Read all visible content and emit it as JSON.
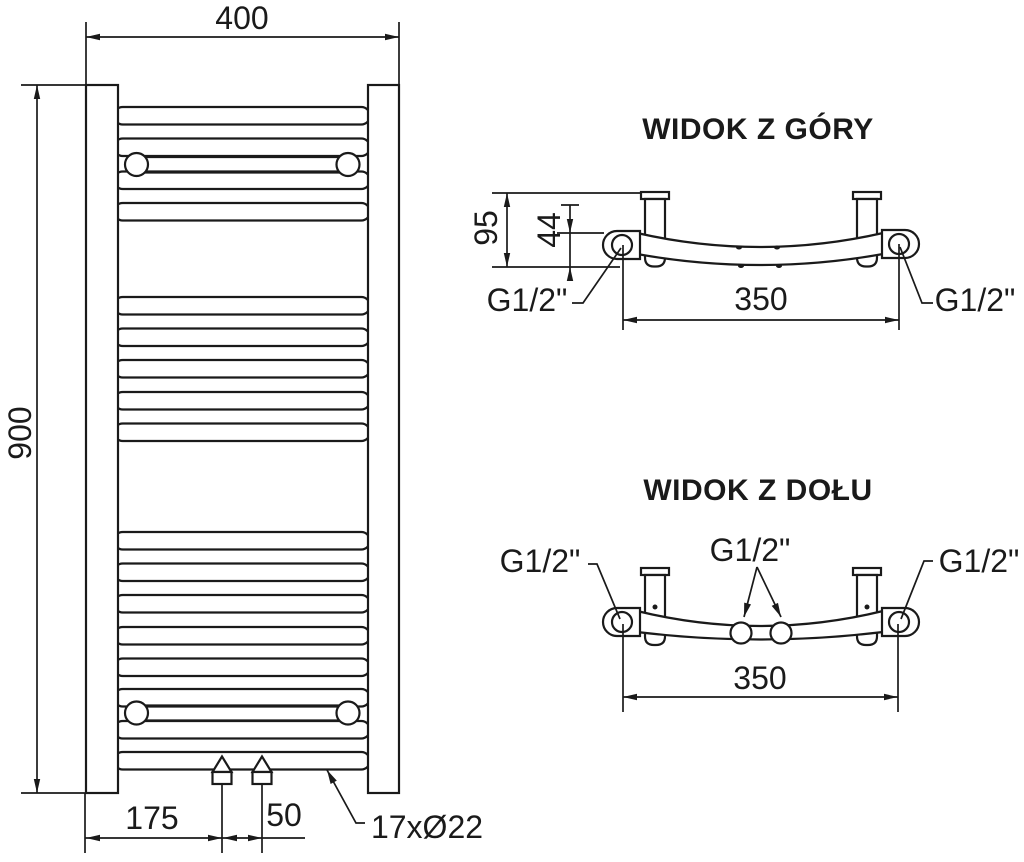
{
  "page": {
    "background": "#ffffff",
    "line_color": "#1a1a1a"
  },
  "front_view": {
    "width_mm": "400",
    "height_mm": "900",
    "inlet_offset_mm": "175",
    "inlet_spacing_mm": "50",
    "tubes_note": "17xØ22"
  },
  "top_view": {
    "title": "WIDOK Z GÓRY",
    "depth_mm": "95",
    "bow_depth_mm": "44",
    "connection_span_mm": "350",
    "thread_left": "G1/2\"",
    "thread_right": "G1/2\""
  },
  "bottom_view": {
    "title": "WIDOK Z DOŁU",
    "connection_span_mm": "350",
    "thread_left": "G1/2\"",
    "thread_center": "G1/2\"",
    "thread_right": "G1/2\""
  }
}
